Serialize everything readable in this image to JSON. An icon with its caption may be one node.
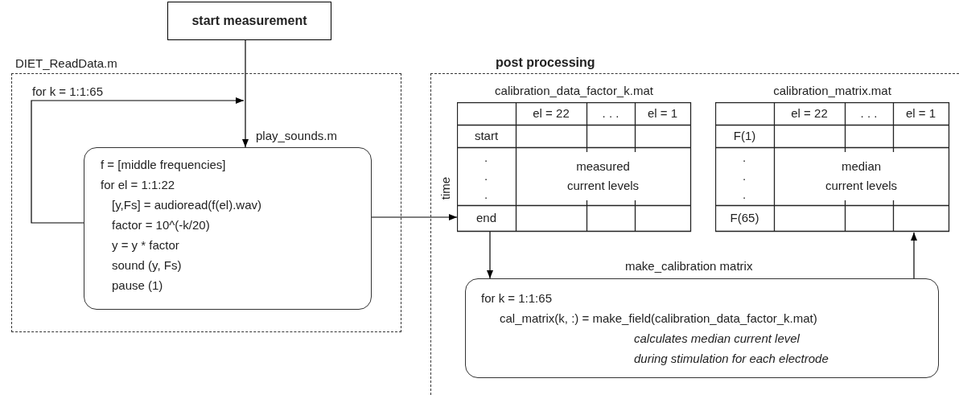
{
  "diagram": {
    "nodes": [
      {
        "text": [
          "start measurement"
        ]
      },
      {
        "text": [
          "DIET_ReadData.m"
        ]
      },
      {
        "text": [
          "f = [middle frequencies]",
          "for el = 1:1:22",
          "[y,Fs] = audioread(f(el).wav)",
          "factor = 10^(-k/20)",
          "y = y * factor",
          "sound (y, Fs)",
          "pause (1)"
        ],
        "in": 1,
        "beside": [
          "play_sounds.m"
        ]
      },
      {
        "text": [
          "post processing"
        ]
      },
      {
        "text": [
          "calibration_data_factor_k.mat",
          "el = 22",
          ". . .",
          "el = 1",
          "start",
          ".",
          ".",
          ".",
          "measured current levels",
          "end"
        ],
        "in": 3,
        "beside": [
          "time"
        ]
      },
      {
        "text": [
          "calibration_matrix.mat",
          "el = 22",
          ". . .",
          "el = 1",
          "F(1)",
          ".",
          ".",
          ".",
          "median current levels",
          "F(65)"
        ],
        "in": 3
      },
      {
        "text": [
          "for k = 1:1:65",
          "cal_matrix(k, :) = make_field(calibration_data_factor_k.mat)",
          "calculates median current level",
          "during stimulation for each electrode"
        ],
        "in": 3,
        "beside": [
          "make_calibration matrix"
        ]
      }
    ],
    "edges": [
      {
        "from": 0,
        "to": 2,
        "arrow": "to"
      },
      {
        "from": 2,
        "to": 2,
        "arrow": "to",
        "label": "for k = 1:1:65"
      },
      {
        "from": 2,
        "to": 4,
        "arrow": "to"
      },
      {
        "from": 4,
        "to": 6,
        "arrow": "to"
      },
      {
        "from": 6,
        "to": 5,
        "arrow": "to"
      }
    ]
  }
}
